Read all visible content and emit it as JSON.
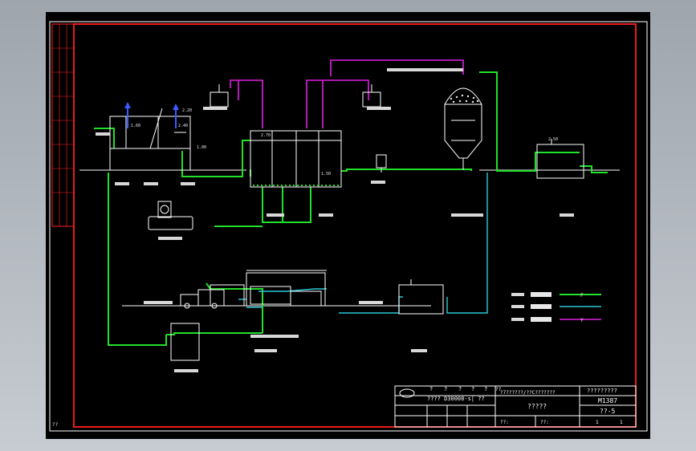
{
  "diagram": {
    "pipe_colors": {
      "wastewater": "#22e02a",
      "sludge": "#2ac8d8",
      "dosing": "#e020e0",
      "border": "#ff2020"
    },
    "pipe_legend_marks": [
      "F",
      "Y"
    ],
    "level_marks": [
      "2.20",
      "1.60",
      "2.40",
      "1.00",
      "2.70",
      "1.50",
      "2.50"
    ],
    "title_block": {
      "header_marks": [
        "?",
        "?",
        "?",
        "?",
        "?",
        "??"
      ],
      "project_line": "????  D30008-s| ??",
      "org_line": "?7??????/??C???????",
      "name_label": "?????",
      "code_top": "?????????",
      "drawing_no": "M1387",
      "sheet": "??-5",
      "foot_left": "??:",
      "foot_mid": "??:",
      "foot_n1": "1",
      "foot_n2": "1"
    },
    "corner_mark": "??"
  }
}
